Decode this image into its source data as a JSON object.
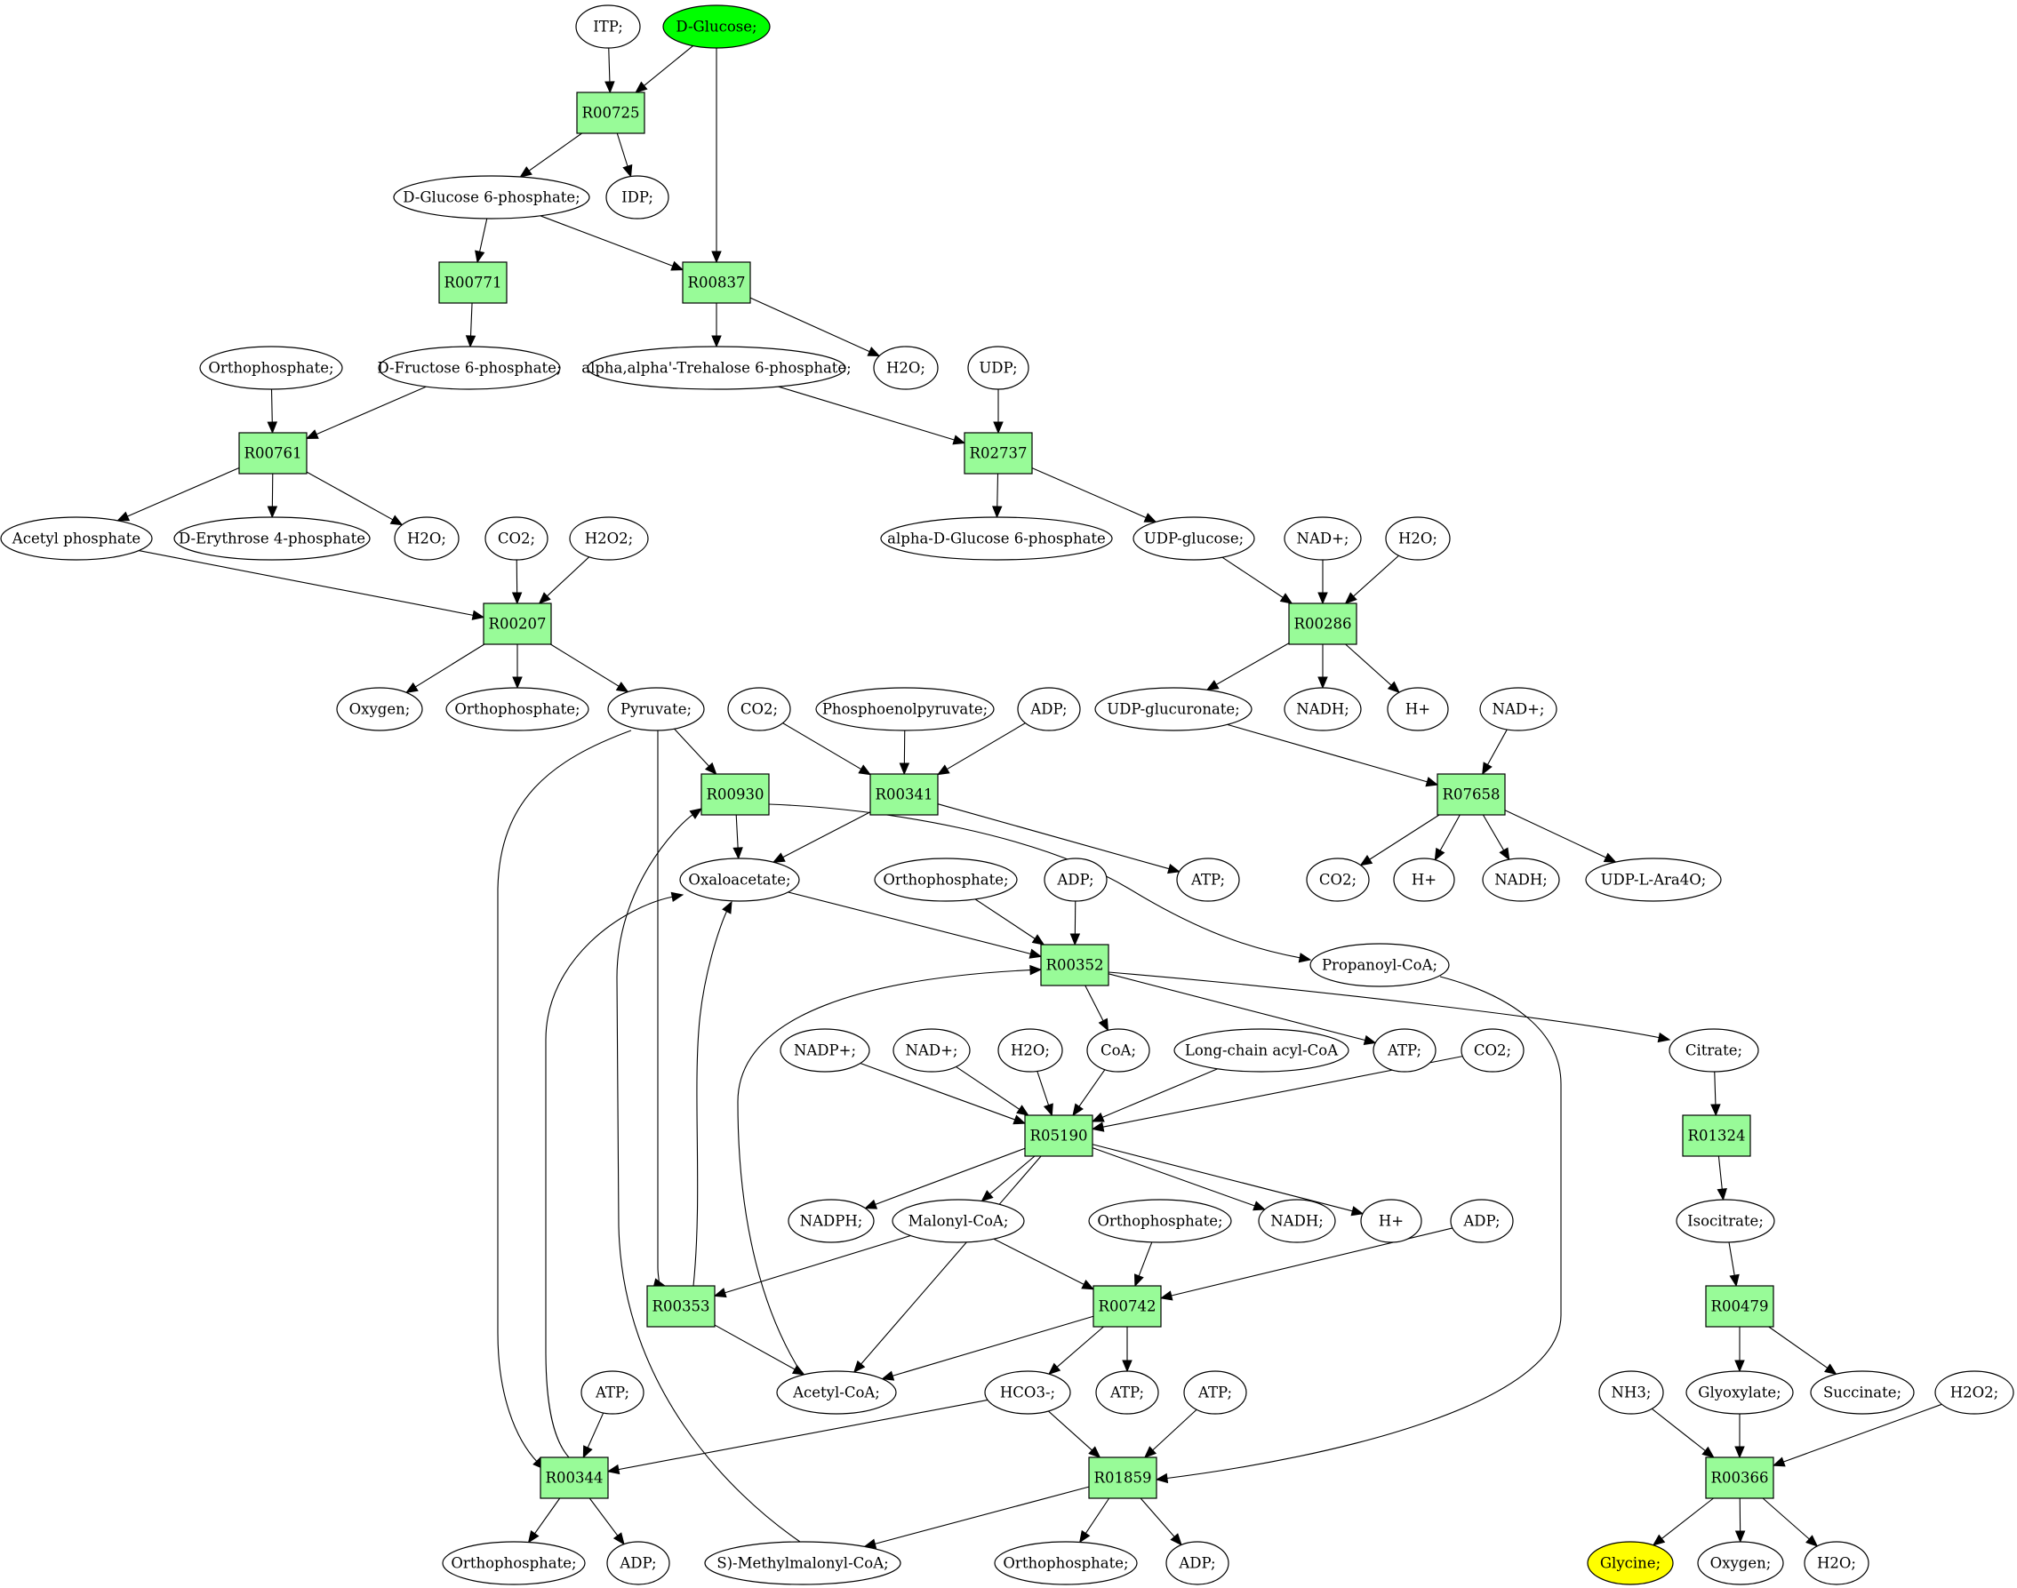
{
  "colors": {
    "reaction_fill": "#98fb98",
    "compound_fill": "#ffffff",
    "start_fill": "#00ff00",
    "target_fill": "#ffff00",
    "stroke": "#000000"
  },
  "nodes": [
    {
      "id": "itp",
      "type": "compound",
      "label": "ITP;"
    },
    {
      "id": "dglucose",
      "type": "start",
      "label": "D-Glucose;"
    },
    {
      "id": "r00725",
      "type": "reaction",
      "label": "R00725"
    },
    {
      "id": "g6p",
      "type": "compound",
      "label": "D-Glucose 6-phosphate;"
    },
    {
      "id": "idp",
      "type": "compound",
      "label": "IDP;"
    },
    {
      "id": "r00771",
      "type": "reaction",
      "label": "R00771"
    },
    {
      "id": "r00837",
      "type": "reaction",
      "label": "R00837"
    },
    {
      "id": "orthop1",
      "type": "compound",
      "label": "Orthophosphate;"
    },
    {
      "id": "f6p",
      "type": "compound",
      "label": "D-Fructose 6-phosphate;"
    },
    {
      "id": "trehalose6p",
      "type": "compound",
      "label": "alpha,alpha'-Trehalose 6-phosphate;"
    },
    {
      "id": "h2o_a",
      "type": "compound",
      "label": "H2O;"
    },
    {
      "id": "udp",
      "type": "compound",
      "label": "UDP;"
    },
    {
      "id": "r00761",
      "type": "reaction",
      "label": "R00761"
    },
    {
      "id": "r02737",
      "type": "reaction",
      "label": "R02737"
    },
    {
      "id": "acetylp",
      "type": "compound",
      "label": "Acetyl phosphate"
    },
    {
      "id": "e4p",
      "type": "compound",
      "label": "D-Erythrose 4-phosphate"
    },
    {
      "id": "h2o_b",
      "type": "compound",
      "label": "H2O;"
    },
    {
      "id": "co2_a",
      "type": "compound",
      "label": "CO2;"
    },
    {
      "id": "h2o2_a",
      "type": "compound",
      "label": "H2O2;"
    },
    {
      "id": "adg6p",
      "type": "compound",
      "label": "alpha-D-Glucose 6-phosphate"
    },
    {
      "id": "udpglucose",
      "type": "compound",
      "label": "UDP-glucose;"
    },
    {
      "id": "nadp_a",
      "type": "compound",
      "label": "NAD+;"
    },
    {
      "id": "h2o_c",
      "type": "compound",
      "label": "H2O;"
    },
    {
      "id": "r00207",
      "type": "reaction",
      "label": "R00207"
    },
    {
      "id": "r00286",
      "type": "reaction",
      "label": "R00286"
    },
    {
      "id": "oxygen_a",
      "type": "compound",
      "label": "Oxygen;"
    },
    {
      "id": "orthop2",
      "type": "compound",
      "label": "Orthophosphate;"
    },
    {
      "id": "pyruvate",
      "type": "compound",
      "label": "Pyruvate;"
    },
    {
      "id": "co2_b",
      "type": "compound",
      "label": "CO2;"
    },
    {
      "id": "pep",
      "type": "compound",
      "label": "Phosphoenolpyruvate;"
    },
    {
      "id": "adp_a",
      "type": "compound",
      "label": "ADP;"
    },
    {
      "id": "udpgluc",
      "type": "compound",
      "label": "UDP-glucuronate;"
    },
    {
      "id": "nadh_a",
      "type": "compound",
      "label": "NADH;"
    },
    {
      "id": "hplus_a",
      "type": "compound",
      "label": "H+"
    },
    {
      "id": "nadp_b",
      "type": "compound",
      "label": "NAD+;"
    },
    {
      "id": "r00930",
      "type": "reaction",
      "label": "R00930"
    },
    {
      "id": "r00341",
      "type": "reaction",
      "label": "R00341"
    },
    {
      "id": "r07658",
      "type": "reaction",
      "label": "R07658"
    },
    {
      "id": "oaa",
      "type": "compound",
      "label": "Oxaloacetate;"
    },
    {
      "id": "orthop3",
      "type": "compound",
      "label": "Orthophosphate;"
    },
    {
      "id": "adp_b",
      "type": "compound",
      "label": "ADP;"
    },
    {
      "id": "atp_a",
      "type": "compound",
      "label": "ATP;"
    },
    {
      "id": "co2_c",
      "type": "compound",
      "label": "CO2;"
    },
    {
      "id": "hplus_b",
      "type": "compound",
      "label": "H+"
    },
    {
      "id": "nadh_b",
      "type": "compound",
      "label": "NADH;"
    },
    {
      "id": "udpara",
      "type": "compound",
      "label": "UDP-L-Ara4O;"
    },
    {
      "id": "r00352",
      "type": "reaction",
      "label": "R00352"
    },
    {
      "id": "propcoa",
      "type": "compound",
      "label": "Propanoyl-CoA;"
    },
    {
      "id": "nadpplus",
      "type": "compound",
      "label": "NADP+;"
    },
    {
      "id": "nadplus_c",
      "type": "compound",
      "label": "NAD+;"
    },
    {
      "id": "h2o_d",
      "type": "compound",
      "label": "H2O;"
    },
    {
      "id": "coa",
      "type": "compound",
      "label": "CoA;"
    },
    {
      "id": "lcacoa",
      "type": "compound",
      "label": "Long-chain acyl-CoA"
    },
    {
      "id": "atp_b",
      "type": "compound",
      "label": "ATP;"
    },
    {
      "id": "co2_d",
      "type": "compound",
      "label": "CO2;"
    },
    {
      "id": "citrate",
      "type": "compound",
      "label": "Citrate;"
    },
    {
      "id": "r05190",
      "type": "reaction",
      "label": "R05190"
    },
    {
      "id": "r01324",
      "type": "reaction",
      "label": "R01324"
    },
    {
      "id": "nadph",
      "type": "compound",
      "label": "NADPH;"
    },
    {
      "id": "malcoa",
      "type": "compound",
      "label": "Malonyl-CoA;"
    },
    {
      "id": "orthop4",
      "type": "compound",
      "label": "Orthophosphate;"
    },
    {
      "id": "nadh_c",
      "type": "compound",
      "label": "NADH;"
    },
    {
      "id": "hplus_c",
      "type": "compound",
      "label": "H+"
    },
    {
      "id": "adp_c",
      "type": "compound",
      "label": "ADP;"
    },
    {
      "id": "isocitrate",
      "type": "compound",
      "label": "Isocitrate;"
    },
    {
      "id": "r00353",
      "type": "reaction",
      "label": "R00353"
    },
    {
      "id": "r00742",
      "type": "reaction",
      "label": "R00742"
    },
    {
      "id": "r00479",
      "type": "reaction",
      "label": "R00479"
    },
    {
      "id": "atp_c",
      "type": "compound",
      "label": "ATP;"
    },
    {
      "id": "acetylcoa",
      "type": "compound",
      "label": "Acetyl-CoA;"
    },
    {
      "id": "hco3",
      "type": "compound",
      "label": "HCO3-;"
    },
    {
      "id": "atp_d",
      "type": "compound",
      "label": "ATP;"
    },
    {
      "id": "atp_e",
      "type": "compound",
      "label": "ATP;"
    },
    {
      "id": "nh3",
      "type": "compound",
      "label": "NH3;"
    },
    {
      "id": "glyoxylate",
      "type": "compound",
      "label": "Glyoxylate;"
    },
    {
      "id": "succinate",
      "type": "compound",
      "label": "Succinate;"
    },
    {
      "id": "h2o2_b",
      "type": "compound",
      "label": "H2O2;"
    },
    {
      "id": "r00344",
      "type": "reaction",
      "label": "R00344"
    },
    {
      "id": "r01859",
      "type": "reaction",
      "label": "R01859"
    },
    {
      "id": "r00366",
      "type": "reaction",
      "label": "R00366"
    },
    {
      "id": "orthop5",
      "type": "compound",
      "label": "Orthophosphate;"
    },
    {
      "id": "adp_d",
      "type": "compound",
      "label": "ADP;"
    },
    {
      "id": "smmcoa",
      "type": "compound",
      "label": "S)-Methylmalonyl-CoA;"
    },
    {
      "id": "orthop6",
      "type": "compound",
      "label": "Orthophosphate;"
    },
    {
      "id": "adp_e",
      "type": "compound",
      "label": "ADP;"
    },
    {
      "id": "glycine",
      "type": "target",
      "label": "Glycine;"
    },
    {
      "id": "oxygen_b",
      "type": "compound",
      "label": "Oxygen;"
    },
    {
      "id": "h2o_e",
      "type": "compound",
      "label": "H2O;"
    }
  ],
  "edges": [
    {
      "from": "itp",
      "to": "r00725"
    },
    {
      "from": "dglucose",
      "to": "r00725"
    },
    {
      "from": "dglucose",
      "to": "r00837"
    },
    {
      "from": "r00725",
      "to": "g6p"
    },
    {
      "from": "r00725",
      "to": "idp"
    },
    {
      "from": "g6p",
      "to": "r00771"
    },
    {
      "from": "g6p",
      "to": "r00837"
    },
    {
      "from": "r00771",
      "to": "f6p"
    },
    {
      "from": "r00837",
      "to": "trehalose6p"
    },
    {
      "from": "r00837",
      "to": "h2o_a"
    },
    {
      "from": "orthop1",
      "to": "r00761"
    },
    {
      "from": "f6p",
      "to": "r00761"
    },
    {
      "from": "trehalose6p",
      "to": "r02737"
    },
    {
      "from": "udp",
      "to": "r02737"
    },
    {
      "from": "r00761",
      "to": "acetylp"
    },
    {
      "from": "r00761",
      "to": "e4p"
    },
    {
      "from": "r00761",
      "to": "h2o_b"
    },
    {
      "from": "r02737",
      "to": "adg6p"
    },
    {
      "from": "r02737",
      "to": "udpglucose"
    },
    {
      "from": "acetylp",
      "to": "r00207"
    },
    {
      "from": "co2_a",
      "to": "r00207"
    },
    {
      "from": "h2o2_a",
      "to": "r00207"
    },
    {
      "from": "udpglucose",
      "to": "r00286"
    },
    {
      "from": "nadp_a",
      "to": "r00286"
    },
    {
      "from": "h2o_c",
      "to": "r00286"
    },
    {
      "from": "r00207",
      "to": "oxygen_a"
    },
    {
      "from": "r00207",
      "to": "orthop2"
    },
    {
      "from": "r00207",
      "to": "pyruvate"
    },
    {
      "from": "r00286",
      "to": "udpgluc"
    },
    {
      "from": "r00286",
      "to": "nadh_a"
    },
    {
      "from": "r00286",
      "to": "hplus_a"
    },
    {
      "from": "pyruvate",
      "to": "r00930"
    },
    {
      "from": "pyruvate",
      "to": "r00353"
    },
    {
      "from": "pyruvate",
      "to": "r00344"
    },
    {
      "from": "co2_b",
      "to": "r00341"
    },
    {
      "from": "pep",
      "to": "r00341"
    },
    {
      "from": "adp_a",
      "to": "r00341"
    },
    {
      "from": "udpgluc",
      "to": "r07658"
    },
    {
      "from": "nadp_b",
      "to": "r07658"
    },
    {
      "from": "r00930",
      "to": "oaa"
    },
    {
      "from": "r00930",
      "to": "propcoa"
    },
    {
      "from": "r00341",
      "to": "oaa"
    },
    {
      "from": "r00341",
      "to": "atp_a"
    },
    {
      "from": "r07658",
      "to": "co2_c"
    },
    {
      "from": "r07658",
      "to": "hplus_b"
    },
    {
      "from": "r07658",
      "to": "nadh_b"
    },
    {
      "from": "r07658",
      "to": "udpara"
    },
    {
      "from": "oaa",
      "to": "r00352"
    },
    {
      "from": "orthop3",
      "to": "r00352"
    },
    {
      "from": "adp_b",
      "to": "r00352"
    },
    {
      "from": "acetylcoa",
      "to": "r00352"
    },
    {
      "from": "r00352",
      "to": "coa"
    },
    {
      "from": "r00352",
      "to": "atp_b"
    },
    {
      "from": "r00352",
      "to": "citrate"
    },
    {
      "from": "propcoa",
      "to": "r01859"
    },
    {
      "from": "nadpplus",
      "to": "r05190"
    },
    {
      "from": "nadplus_c",
      "to": "r05190"
    },
    {
      "from": "h2o_d",
      "to": "r05190"
    },
    {
      "from": "coa",
      "to": "r05190"
    },
    {
      "from": "lcacoa",
      "to": "r05190"
    },
    {
      "from": "co2_d",
      "to": "r05190"
    },
    {
      "from": "citrate",
      "to": "r01324"
    },
    {
      "from": "r05190",
      "to": "nadph"
    },
    {
      "from": "r05190",
      "to": "malcoa"
    },
    {
      "from": "r05190",
      "to": "nadh_c"
    },
    {
      "from": "r05190",
      "to": "hplus_c"
    },
    {
      "from": "r05190",
      "to": "acetylcoa"
    },
    {
      "from": "r01324",
      "to": "isocitrate"
    },
    {
      "from": "malcoa",
      "to": "r00353"
    },
    {
      "from": "malcoa",
      "to": "r00742"
    },
    {
      "from": "orthop4",
      "to": "r00742"
    },
    {
      "from": "adp_c",
      "to": "r00742"
    },
    {
      "from": "isocitrate",
      "to": "r00479"
    },
    {
      "from": "r00353",
      "to": "oaa"
    },
    {
      "from": "r00353",
      "to": "acetylcoa"
    },
    {
      "from": "r00742",
      "to": "acetylcoa"
    },
    {
      "from": "r00742",
      "to": "hco3"
    },
    {
      "from": "r00742",
      "to": "atp_c"
    },
    {
      "from": "r00479",
      "to": "glyoxylate"
    },
    {
      "from": "r00479",
      "to": "succinate"
    },
    {
      "from": "atp_d",
      "to": "r00344"
    },
    {
      "from": "hco3",
      "to": "r00344"
    },
    {
      "from": "hco3",
      "to": "r01859"
    },
    {
      "from": "atp_e",
      "to": "r01859"
    },
    {
      "from": "nh3",
      "to": "r00366"
    },
    {
      "from": "glyoxylate",
      "to": "r00366"
    },
    {
      "from": "h2o2_b",
      "to": "r00366"
    },
    {
      "from": "r00344",
      "to": "oaa"
    },
    {
      "from": "r00344",
      "to": "orthop5"
    },
    {
      "from": "r00344",
      "to": "adp_d"
    },
    {
      "from": "r01859",
      "to": "smmcoa"
    },
    {
      "from": "r01859",
      "to": "orthop6"
    },
    {
      "from": "r01859",
      "to": "adp_e"
    },
    {
      "from": "smmcoa",
      "to": "r00930"
    },
    {
      "from": "r00366",
      "to": "glycine"
    },
    {
      "from": "r00366",
      "to": "oxygen_b"
    },
    {
      "from": "r00366",
      "to": "h2o_e"
    }
  ]
}
